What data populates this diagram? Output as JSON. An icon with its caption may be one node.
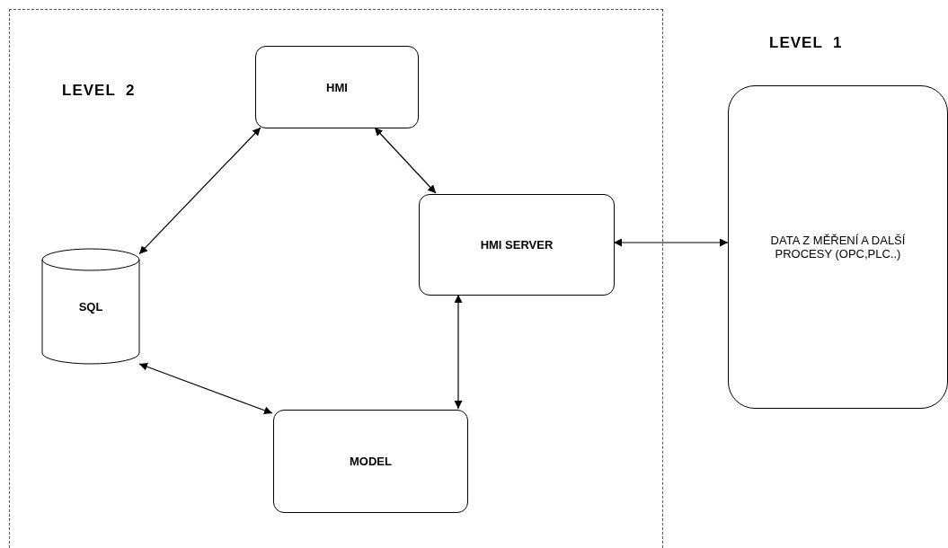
{
  "diagram": {
    "nodes": [
      {
        "text": [
          "LEVEL  2"
        ]
      },
      {
        "text": [
          "HMI"
        ],
        "in": 0
      },
      {
        "text": [
          "HMI SERVER"
        ],
        "in": 0
      },
      {
        "text": [
          "SQL"
        ],
        "in": 0
      },
      {
        "text": [
          "MODEL"
        ],
        "in": 0
      },
      {
        "text": [
          "LEVEL  1",
          "DATA Z MĚŘENÍ A DALŠÍ PROCESY (OPC,PLC..)"
        ]
      }
    ],
    "edges": [
      {
        "from": 1,
        "to": 3,
        "arrow": "both"
      },
      {
        "from": 1,
        "to": 2,
        "arrow": "both"
      },
      {
        "from": 3,
        "to": 4,
        "arrow": "both"
      },
      {
        "from": 2,
        "to": 4,
        "arrow": "both"
      },
      {
        "from": 2,
        "to": 5,
        "arrow": "both"
      }
    ]
  }
}
